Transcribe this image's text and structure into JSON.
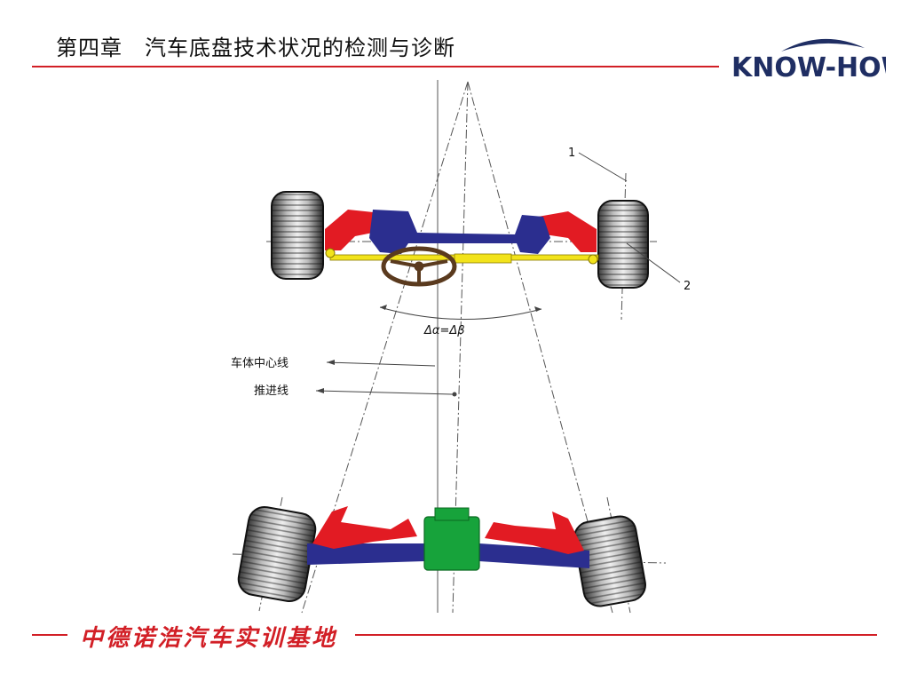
{
  "slide": {
    "title": "第四章　汽车底盘技术状况的检测与诊断",
    "footer": "中德诺浩汽车实训基地",
    "accent_color": "#d21f26"
  },
  "logo": {
    "text": "KNOW-HOW",
    "color": "#1f2e63",
    "icon": "arc-swoosh-icon"
  },
  "diagram": {
    "callout_1": "1",
    "callout_2": "2",
    "angle_equation": "Δα=Δβ",
    "label_body_centerline": "车体中心线",
    "label_thrust_line": "推进线",
    "colors": {
      "frame": "#2b2e8f",
      "arm": "#e21b23",
      "tie_rod": "#f2e31b",
      "differential": "#17a33b",
      "steering_wheel": "#5a3a1e",
      "tire": "#222222"
    }
  }
}
